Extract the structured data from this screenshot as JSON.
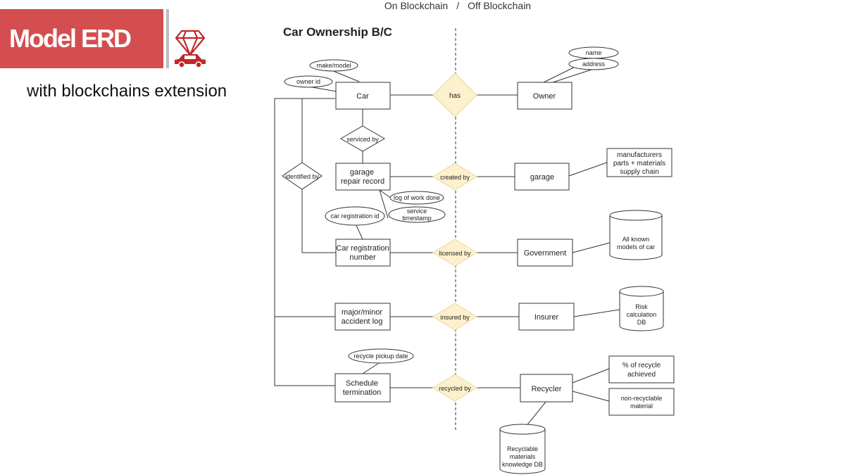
{
  "slide": {
    "title": "Model ERD",
    "subtitle": "with blockchains extension"
  },
  "header": {
    "left": "On Blockchain",
    "separator": "/",
    "right": "Off Blockchain"
  },
  "diagram": {
    "title": "Car Ownership B/C",
    "entities": {
      "car": "Car",
      "garage_repair_record": [
        "garage",
        "repair record"
      ],
      "car_registration_number": [
        "Car registration",
        "number"
      ],
      "accident_log": [
        "major/minor",
        "accident log"
      ],
      "schedule_termination": [
        "Schedule",
        "termination"
      ],
      "owner": "Owner",
      "garage": "garage",
      "government": "Government",
      "insurer": "Insurer",
      "recycler": "Recycler",
      "manufacturers": [
        "manufacturers",
        "parts + materials",
        "supply chain"
      ],
      "recycle_achieved": [
        "% of recycle",
        "achieved"
      ],
      "non_recyclable": [
        "non-recyclable",
        "material"
      ]
    },
    "relationships": {
      "has": "has",
      "serviced_by": "serviced by",
      "identified_by": "identified by",
      "created_by": "created by",
      "licensed_by": "licensed by",
      "insured_by": "insured by",
      "recycled_by": "recycled by"
    },
    "attributes": {
      "make_model": "make/model",
      "owner_id": "owner id",
      "name": "name",
      "address": "address",
      "log_of_work": "log of work done",
      "service_timestamp": [
        "service",
        "timestamp"
      ],
      "car_registration_id": "car registration id",
      "recycle_pickup_date": "recycle pickup date"
    },
    "databases": {
      "known_models": [
        "All known",
        "models of car"
      ],
      "risk_db": [
        "Risk",
        "calculation",
        "DB"
      ],
      "recyclable_db": [
        "Recyclable",
        "materials",
        "knowledge DB"
      ]
    },
    "colors": {
      "brand_red": "#d44e4f",
      "diamond_fill": "#fdf0cc",
      "diamond_stroke": "#e8d7a0",
      "line": "#333333"
    }
  }
}
